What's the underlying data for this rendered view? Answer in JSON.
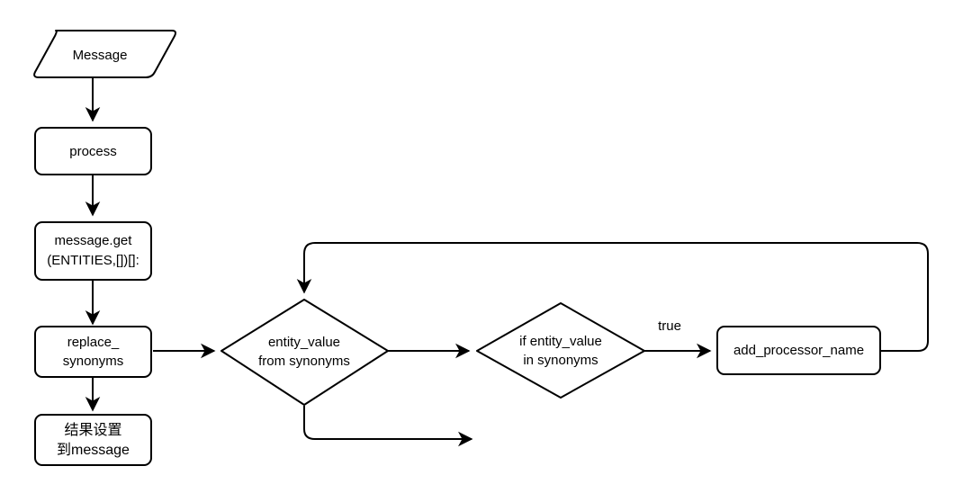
{
  "diagram": {
    "type": "flowchart",
    "title": "",
    "background_color": "#ffffff",
    "stroke_color": "#000000",
    "fill_color": "#ffffff",
    "nodes": [
      {
        "id": "message",
        "shape": "parallelogram",
        "line1": "Message",
        "line2": ""
      },
      {
        "id": "process",
        "shape": "rounded-rect",
        "line1": "process",
        "line2": ""
      },
      {
        "id": "message_get",
        "shape": "rounded-rect",
        "line1": "message.get",
        "line2": "(ENTITIES,[])[]:"
      },
      {
        "id": "replace_synonyms",
        "shape": "rounded-rect",
        "line1": "replace_",
        "line2": "synonyms"
      },
      {
        "id": "set_result",
        "shape": "rounded-rect",
        "line1": "结果设置",
        "line2": "到message"
      },
      {
        "id": "entity_value_from",
        "shape": "diamond",
        "line1": "entity_value",
        "line2": "from synonyms"
      },
      {
        "id": "if_entity_value_in",
        "shape": "diamond",
        "line1": "if entity_value",
        "line2": "in synonyms"
      },
      {
        "id": "add_processor_name",
        "shape": "rounded-rect",
        "line1": "add_processor_name",
        "line2": ""
      }
    ],
    "edge_labels": [
      {
        "id": "true-label",
        "text": "true"
      }
    ]
  }
}
